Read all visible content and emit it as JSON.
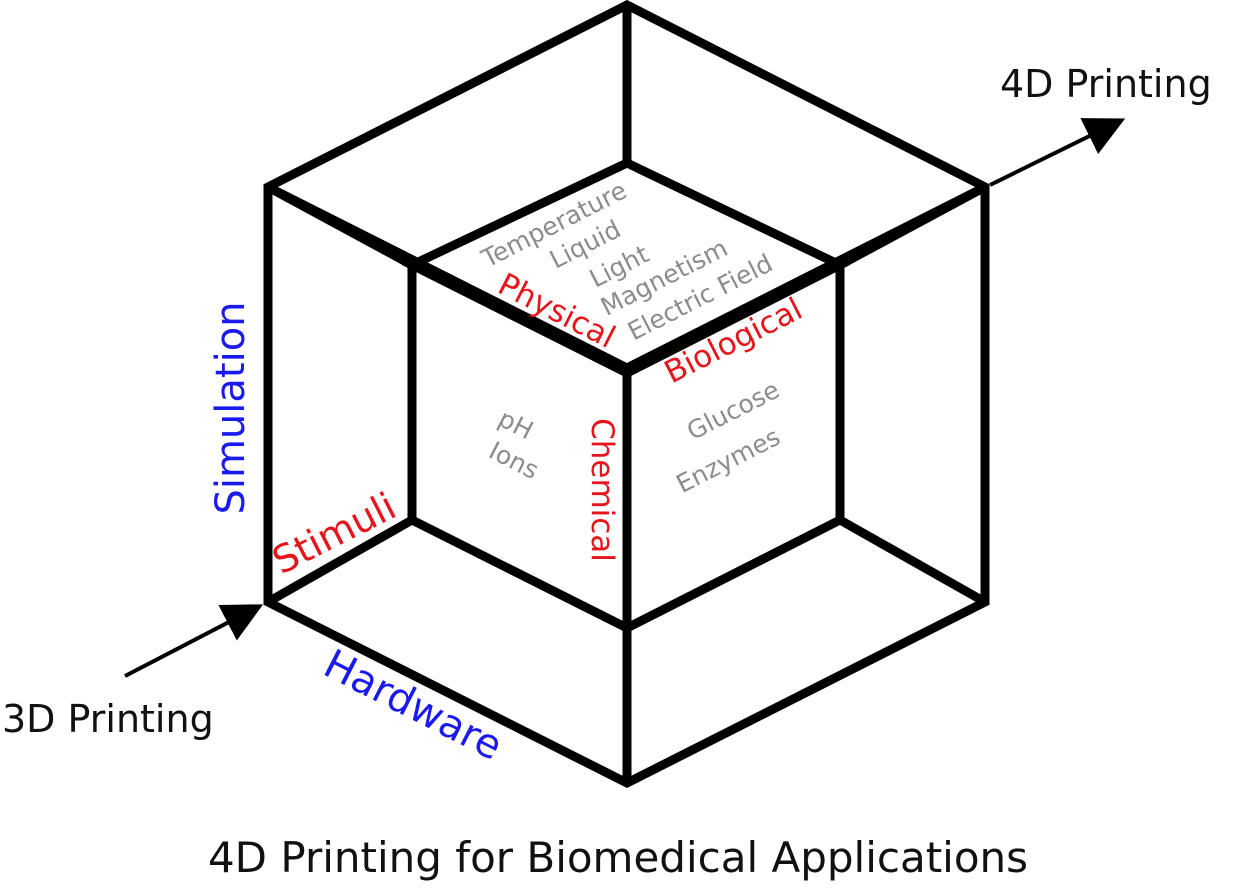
{
  "colors": {
    "line": "#000000",
    "category": "#e8141b",
    "axis_label": "#1a1aee",
    "stimulus": "#8c8c8c",
    "text": "#111111"
  },
  "labels": {
    "four_d_printing": "4D Printing",
    "three_d_printing": "3D Printing",
    "simulation": "Simulation",
    "hardware": "Hardware",
    "stimuli": "Stimuli",
    "physical": "Physical",
    "chemical": "Chemical",
    "biological": "Biological"
  },
  "stimuli_lists": {
    "physical": [
      "Temperature",
      "Liquid",
      "Light",
      "Magnetism",
      "Electric Field"
    ],
    "chemical": [
      "pH",
      "Ions"
    ],
    "biological": [
      "Glucose",
      "Enzymes"
    ]
  },
  "caption": "4D Printing for Biomedical Applications"
}
